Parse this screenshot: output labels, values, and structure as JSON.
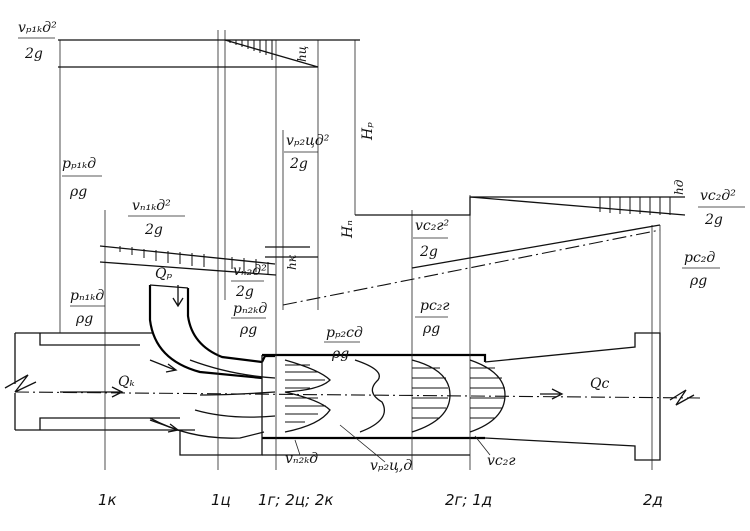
{
  "labels": {
    "v_p1kd_num": "vₚ₁ₖд²",
    "v_p1kd_den": "2g",
    "p_p1kd_num": "pₚ₁ₖд",
    "p_p1kd_den": "ρg",
    "v_n1kd_num": "vₙ₁ₖд²",
    "v_n1kd_den": "2g",
    "p_n1kd_num": "pₙ₁ₖд",
    "p_n1kd_den": "ρg",
    "Qp": "Qₚ",
    "Qk": "Qₖ",
    "Qc": "Qc",
    "h_ts": "hц",
    "h_k": "hк",
    "h_d": "hд",
    "H_p": "Hₚ",
    "H_n": "Hₙ",
    "v_p2ts_num": "vₚ₂цд²",
    "v_p2ts_den": "2g",
    "v_n2d_num": "vₙ₂д²",
    "v_n2d_den": "2g",
    "p_n2kd_num": "pₙ₂ₖд",
    "p_n2kd_den": "ρg",
    "p_p2sd_num": "pₚ₂cд",
    "p_p2sd_den": "ρg",
    "v_c2g_num": "vc₂г²",
    "v_c2g_den": "2g",
    "p_c2g_num": "pc₂г",
    "p_c2g_den": "ρg",
    "v_c2d_num": "vc₂д²",
    "v_c2d_den": "2g",
    "p_c2d_num": "pc₂д",
    "p_c2d_den": "ρg",
    "v_n2kd": "vₙ₂ₖд",
    "v_p2td": "vₚ₂ц,д",
    "v_c2g": "vc₂г"
  },
  "sections": {
    "s1k": "1к",
    "s1ts": "1ц",
    "s12": "1г; 2ц; 2к",
    "s2g": "2г; 1д",
    "s2d": "2д"
  }
}
